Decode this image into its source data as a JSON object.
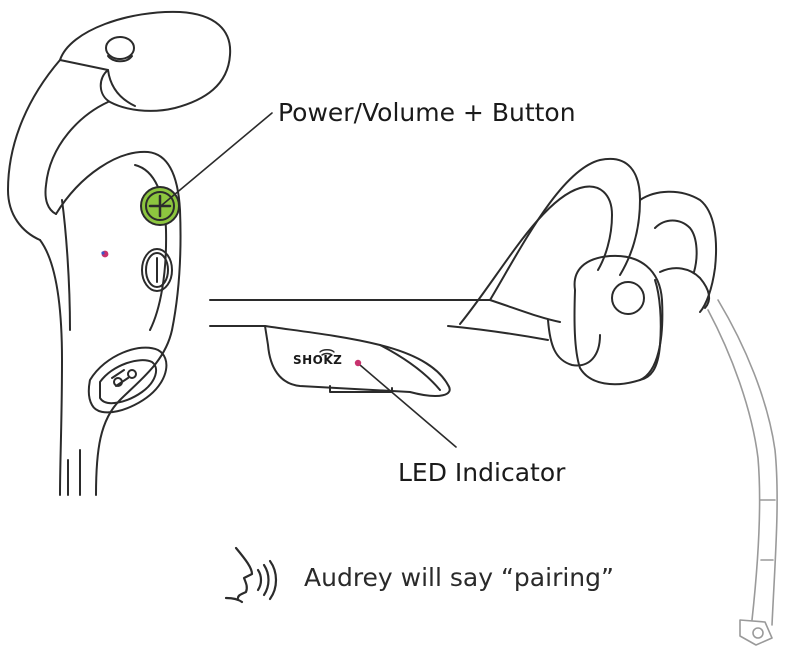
{
  "labels": {
    "power_button": "Power/Volume + Button",
    "led_indicator": "LED Indicator",
    "voice_prompt": "Audrey will say “pairing”",
    "brand": "SHOKZ"
  },
  "icons": {
    "speaking_head": "speaking-head-icon",
    "plus_symbol": "plus-icon",
    "minus_symbol": "minus-icon"
  },
  "colors": {
    "power_button_fill": "#8dc63f",
    "led_dot": "#c8326e",
    "led_dot_blue": "#3a56c8",
    "outline": "#2b2b2b",
    "mic_boom": "#9a9a9a"
  }
}
